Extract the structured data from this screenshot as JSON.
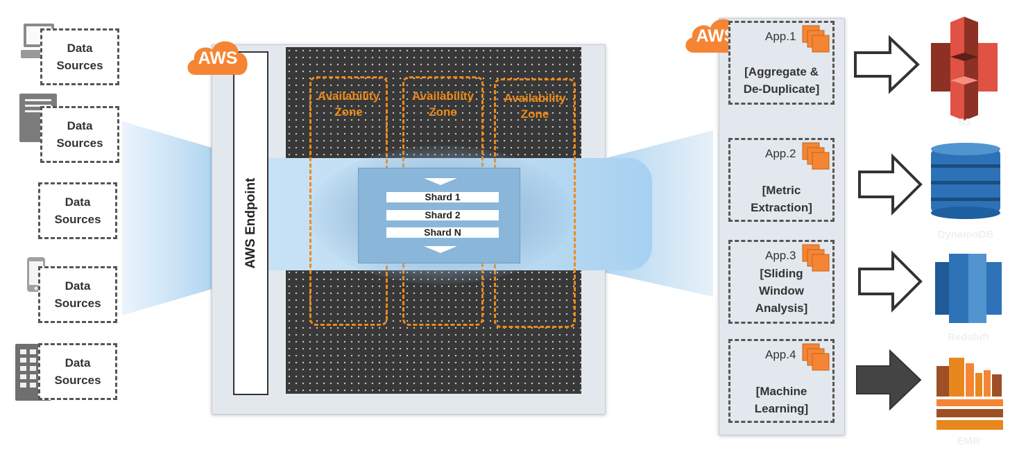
{
  "data_sources": [
    {
      "label": "Data\nSources",
      "icon": "desktop-computer-icon"
    },
    {
      "label": "Data\nSources",
      "icon": "server-icon"
    },
    {
      "label": "Data\nSources",
      "icon": ""
    },
    {
      "label": "Data\nSources",
      "icon": "mobile-phone-icon"
    },
    {
      "label": "Data\nSources",
      "icon": "datacenter-building-icon"
    }
  ],
  "kinesis_region": {
    "cloud_label": "AWS",
    "endpoint_label": "AWS Endpoint",
    "availability_zones": [
      "Availability\nZone",
      "Availability\nZone",
      "Availability\nZone"
    ],
    "shards": [
      "Shard 1",
      "Shard 2",
      "Shard N"
    ]
  },
  "apps_region": {
    "cloud_label": "AWS",
    "apps": [
      {
        "number": "App.1",
        "title": "[Aggregate &\nDe-Duplicate]",
        "arrow_style": "outline"
      },
      {
        "number": "App.2",
        "title": "[Metric\nExtraction]",
        "arrow_style": "outline"
      },
      {
        "number": "App.3",
        "title": "[Sliding\nWindow\nAnalysis]",
        "arrow_style": "outline"
      },
      {
        "number": "App.4",
        "title": "[Machine\nLearning]",
        "arrow_style": "filled"
      }
    ]
  },
  "destinations": [
    {
      "icon": "s3-bucket-icon",
      "label": "S3",
      "color": "#d9412f"
    },
    {
      "icon": "dynamodb-icon",
      "label": "DynamoDB",
      "color": "#2d72b8"
    },
    {
      "icon": "redshift-icon",
      "label": "Redshift",
      "color": "#2e73b8"
    },
    {
      "icon": "emr-icon",
      "label": "EMR",
      "color": "#e8871e"
    }
  ],
  "colors": {
    "aws_orange": "#f58534",
    "az_border": "#ef8a17",
    "dark_fabric": "#383838",
    "panel_bg": "#e3e8ee",
    "stream_blue": "#bfdcf1"
  }
}
